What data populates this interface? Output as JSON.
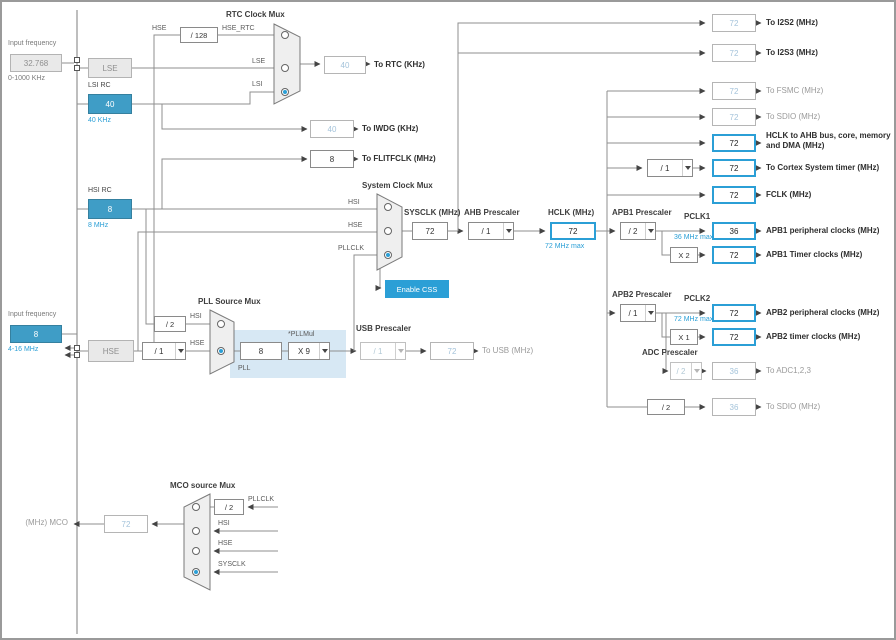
{
  "colors": {
    "accent": "#2b9fd6",
    "source_fill": "#3f9dc6",
    "ghost_text": "#a4c3da"
  },
  "left_rail": {
    "lse_input": {
      "label": "Input frequency",
      "value": "32.768",
      "range": "0-1000 KHz"
    },
    "lse_box": "LSE",
    "lsi": {
      "label": "LSI RC",
      "value": "40",
      "freq": "40 KHz"
    },
    "hsi": {
      "label": "HSI RC",
      "value": "8",
      "freq": "8 MHz"
    },
    "hse_input": {
      "label": "Input frequency",
      "value": "8",
      "range": "4-16 MHz"
    },
    "hse_box": "HSE"
  },
  "rtc": {
    "title": "RTC Clock Mux",
    "hse": "HSE",
    "div": "/ 128",
    "hse_rtc": "HSE_RTC",
    "lse": "LSE",
    "lsi": "LSI",
    "value": "40",
    "out": "To RTC (KHz)"
  },
  "iwdg": {
    "value": "40",
    "out": "To IWDG (KHz)"
  },
  "flitf": {
    "value": "8",
    "out": "To FLITFCLK (MHz)"
  },
  "sysmux": {
    "title": "System Clock Mux",
    "hsi": "HSI",
    "hse": "HSE",
    "pllclk": "PLLCLK",
    "sysclk_label": "SYSCLK (MHz)",
    "sysclk": "72",
    "css": "Enable CSS"
  },
  "pll": {
    "title": "PLL Source Mux",
    "div2": "/ 2",
    "hsi": "HSI",
    "hse": "HSE",
    "div1": "/ 1",
    "input": "8",
    "mul_label": "*PLLMul",
    "mul": "X 9",
    "tag": "PLL"
  },
  "usb": {
    "title": "USB Prescaler",
    "div": "/ 1",
    "value": "72",
    "out": "To USB (MHz)"
  },
  "ahb": {
    "title": "AHB Prescaler",
    "div": "/ 1"
  },
  "hclk": {
    "label": "HCLK (MHz)",
    "value": "72",
    "max": "72 MHz max"
  },
  "apb1": {
    "title": "APB1 Prescaler",
    "div": "/ 2",
    "pclk": "PCLK1",
    "max": "36 MHz max",
    "periph": "36",
    "periph_out": "APB1 peripheral clocks (MHz)",
    "mul": "X 2",
    "timer": "72",
    "timer_out": "APB1 Timer clocks (MHz)"
  },
  "apb2": {
    "title": "APB2 Prescaler",
    "div": "/ 1",
    "pclk": "PCLK2",
    "max": "72 MHz max",
    "periph": "72",
    "periph_out": "APB2 peripheral clocks (MHz)",
    "mul": "X 1",
    "timer": "72",
    "timer_out": "APB2 timer clocks (MHz)"
  },
  "adc": {
    "title": "ADC Prescaler",
    "div": "/ 2",
    "value": "36",
    "out": "To ADC1,2,3"
  },
  "sdio2": {
    "div": "/ 2",
    "value": "36",
    "out": "To SDIO (MHz)"
  },
  "top_outputs": {
    "i2s2": {
      "value": "72",
      "out": "To I2S2 (MHz)"
    },
    "i2s3": {
      "value": "72",
      "out": "To I2S3 (MHz)"
    },
    "fsmc": {
      "value": "72",
      "out": "To FSMC (MHz)"
    },
    "sdio": {
      "value": "72",
      "out": "To SDIO (MHz)"
    },
    "ahb_bus": {
      "value": "72",
      "out": "HCLK to AHB bus, core, memory and DMA (MHz)"
    },
    "cortex": {
      "div": "/ 1",
      "value": "72",
      "out": "To Cortex System timer (MHz)"
    },
    "fclk": {
      "value": "72",
      "out": "FCLK (MHz)"
    }
  },
  "mco": {
    "title": "MCO source Mux",
    "div": "/ 2",
    "pllclk": "PLLCLK",
    "hsi": "HSI",
    "hse": "HSE",
    "sysclk": "SYSCLK",
    "value": "72",
    "out": "(MHz) MCO"
  }
}
